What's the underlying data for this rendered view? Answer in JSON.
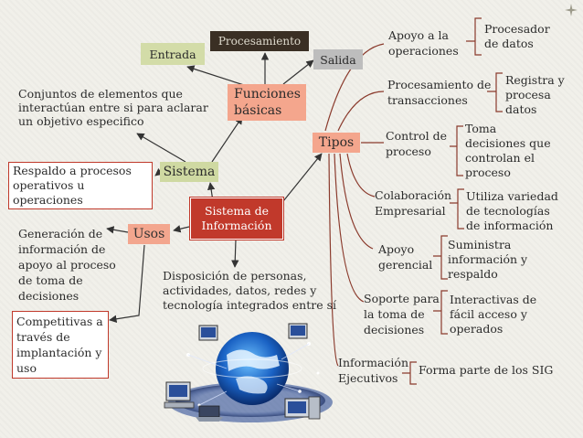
{
  "center": {
    "line1": "Sistema de",
    "line2": "Información"
  },
  "sistema": "Sistema",
  "usos": "Usos",
  "tipos": "Tipos",
  "funciones": {
    "line1": "Funciones",
    "line2": "básicas"
  },
  "entrada": "Entrada",
  "procesamiento": "Procesamiento",
  "salida": "Salida",
  "conjuntos": [
    "Conjuntos de elementos que",
    "interactúan entre si para aclarar",
    "un objetivo especifico"
  ],
  "respaldo": [
    "Respaldo a procesos",
    "operativos u",
    "operaciones"
  ],
  "generacion": [
    "Generación de",
    "información de",
    "apoyo al proceso",
    "de toma de",
    "decisiones"
  ],
  "competitivas": [
    "Competitivas a",
    "través de",
    "implantación y",
    "uso"
  ],
  "disposicion": [
    "Disposición de personas,",
    "actividades, datos, redes y",
    "tecnología integrados entre sí"
  ],
  "types": [
    {
      "label": [
        "Apoyo a la",
        "operaciones"
      ],
      "desc": [
        "Procesador",
        "de datos"
      ]
    },
    {
      "label": [
        "Procesamiento de",
        "transacciones"
      ],
      "desc": [
        "Registra y",
        "procesa",
        "datos"
      ]
    },
    {
      "label": [
        "Control de",
        "proceso"
      ],
      "desc": [
        "Toma",
        "decisiones que",
        "controlan el",
        "proceso"
      ]
    },
    {
      "label": [
        "Colaboración",
        "Empresarial"
      ],
      "desc": [
        "Utiliza variedad",
        "de tecnologías",
        "de información"
      ]
    },
    {
      "label": [
        "Apoyo",
        "gerencial"
      ],
      "desc": [
        "Suministra",
        "información y",
        "respaldo"
      ]
    },
    {
      "label": [
        "Soporte para",
        "la toma de",
        "decisiones"
      ],
      "desc": [
        "Interactivas de",
        "fácil acceso y",
        "operados"
      ]
    },
    {
      "label": [
        "Información",
        "Ejecutivos"
      ],
      "desc": [
        "Forma parte de los SIG"
      ]
    }
  ],
  "colors": {
    "accent": "#c1392b",
    "line": "#8a3a2c",
    "sistema_fill": "#cfd9a2",
    "salmon": "#f4a68d",
    "dark": "#3a2f24"
  }
}
